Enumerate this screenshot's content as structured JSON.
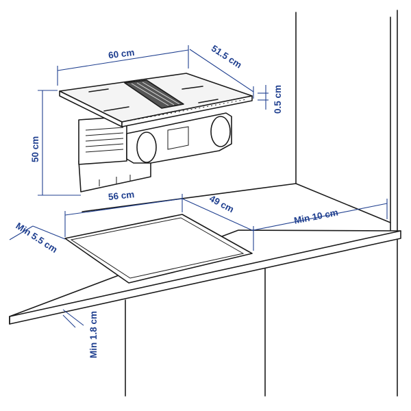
{
  "dimensions": {
    "width": "60 cm",
    "depth": "51.5 cm",
    "thickness": "0.5 cm",
    "height": "50 cm",
    "cutout_width": "56 cm",
    "cutout_depth": "49 cm",
    "min_back_clearance": "Min 10 cm",
    "min_front_edge": "Min 5.5 cm",
    "min_worktop_thickness": "Min 1.8 cm"
  },
  "colors": {
    "dimension": "#1f3f8f",
    "line": "#1a1a1a"
  }
}
